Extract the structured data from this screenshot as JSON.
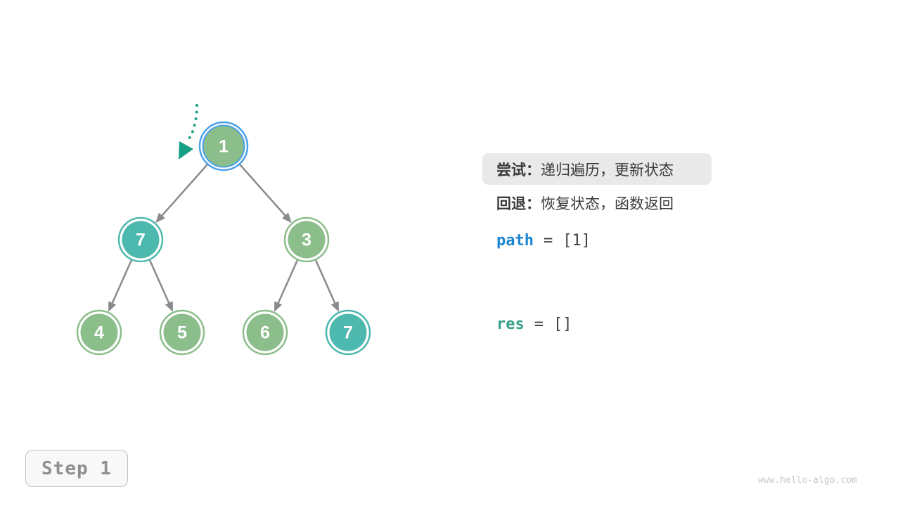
{
  "panel": {
    "try": {
      "label": "尝试：",
      "text": "递归遍历，更新状态"
    },
    "backtrack": {
      "label": "回退：",
      "text": "恢复状态，函数返回"
    },
    "path_var": {
      "name": "path",
      "equals": "=",
      "value": "[1]"
    },
    "res_var": {
      "name": "res",
      "equals": "=",
      "value": "[]"
    }
  },
  "step_badge": {
    "label": "Step 1"
  },
  "watermark": "www.hello-algo.com",
  "colors": {
    "node_green": "#8CBE8C",
    "node_teal": "#4DB8AE",
    "highlight_blue": "#4BA0E9",
    "edge_gray": "#8A8A8A",
    "pointer_teal": "#16A085",
    "node_text": "#FFFFFF",
    "path_blue": "#1C86D1",
    "res_teal": "#379E88"
  },
  "tree": {
    "nodes": [
      {
        "id": "n1",
        "value": "1",
        "style": "current"
      },
      {
        "id": "n2",
        "value": "7",
        "style": "teal"
      },
      {
        "id": "n3",
        "value": "3",
        "style": "green"
      },
      {
        "id": "n4",
        "value": "4",
        "style": "green"
      },
      {
        "id": "n5",
        "value": "5",
        "style": "green"
      },
      {
        "id": "n6",
        "value": "6",
        "style": "green"
      },
      {
        "id": "n7",
        "value": "7",
        "style": "teal"
      }
    ],
    "edges": [
      [
        "n1",
        "n2"
      ],
      [
        "n1",
        "n3"
      ],
      [
        "n2",
        "n4"
      ],
      [
        "n2",
        "n5"
      ],
      [
        "n3",
        "n6"
      ],
      [
        "n3",
        "n7"
      ]
    ]
  }
}
